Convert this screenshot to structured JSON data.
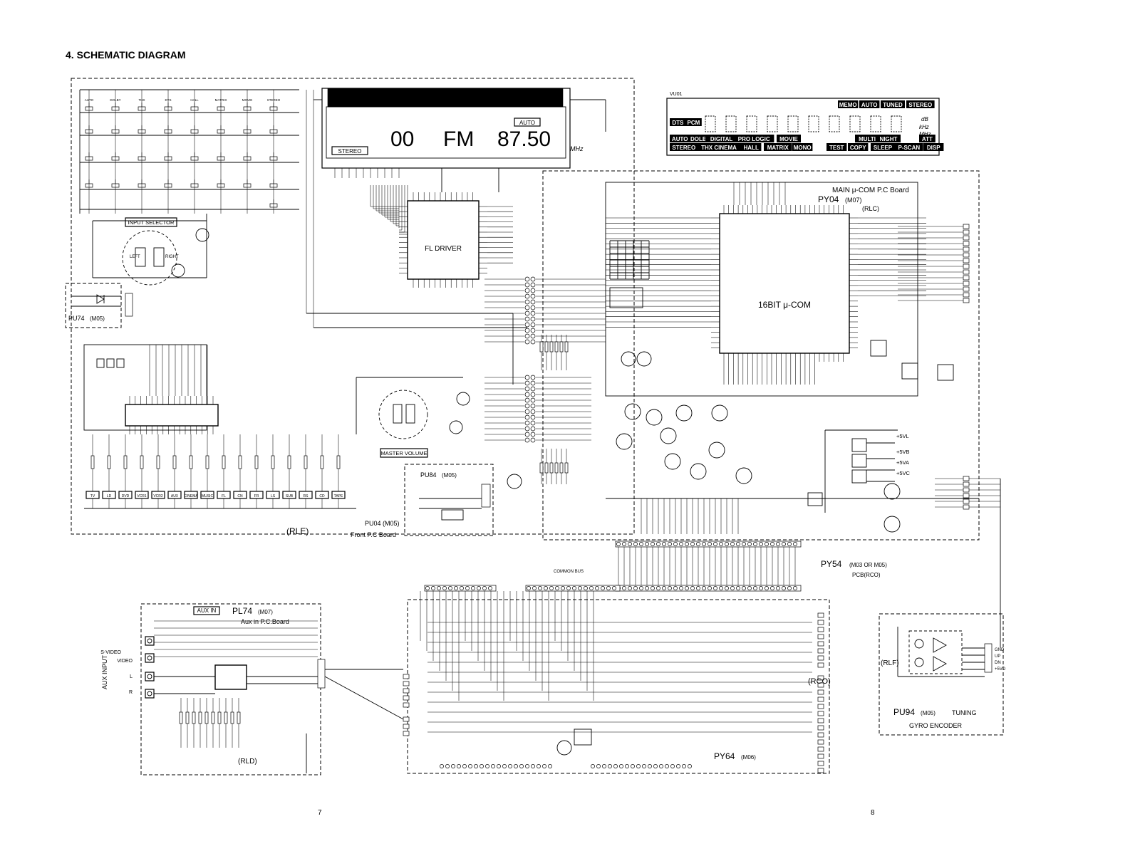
{
  "title": "4. SCHEMATIC DIAGRAM",
  "page_numbers": {
    "left": "7",
    "right": "8"
  },
  "display": {
    "ref": "VU01",
    "readout": {
      "preset": "00",
      "band": "FM",
      "frequency": "87.50",
      "unit": "MHz"
    },
    "small_flags": {
      "auto": "AUTO",
      "stereo": "STEREO"
    },
    "indicators_top": [
      "MEMO",
      "AUTO",
      "TUNED",
      "STEREO"
    ],
    "indicators_row1": [
      "DTS",
      "PCM"
    ],
    "indicators_row2": [
      "AUTO",
      "DOLBY",
      "DIGITAL",
      "PRO LOGIC",
      "MOVIE",
      "MULTI",
      "NIGHT",
      "ATT"
    ],
    "indicators_row3": [
      "STEREO",
      "THX CINEMA",
      "HALL",
      "MATRIX",
      "MONO",
      "TEST",
      "COPY",
      "SLEEP",
      "P-SCAN",
      "DISP"
    ],
    "units": [
      "dB",
      "kHz",
      "MHz"
    ]
  },
  "boards": {
    "main_ucom": {
      "title": "MAIN μ-COM  P.C Board",
      "ref": "PY04",
      "code": "(M07)",
      "side": "(RLC)",
      "ic_label": "16BIT μ-COM"
    },
    "fl_driver": {
      "label": "FL DRIVER"
    },
    "front": {
      "ref": "PU04 (M05)",
      "name": "Front  P.C Board",
      "side": "(RLE)"
    },
    "pu74": {
      "ref": "PU74",
      "code": "(M05)"
    },
    "pu84": {
      "ref": "PU84",
      "code": "(M05)"
    },
    "aux": {
      "ref": "PL74",
      "code": "(M07)",
      "name": "Aux in  P.C.Board",
      "side": "(RLD)",
      "tag": "AUX IN"
    },
    "py54": {
      "ref": "PY54",
      "code": "(M03 OR M05)",
      "name": "PCB(RCO)"
    },
    "py64": {
      "ref": "PY64",
      "code": "(M06)",
      "side": "(RCO)"
    },
    "pu94": {
      "ref": "PU94",
      "code": "(M05)",
      "name": "TUNING",
      "side": "(RLF)",
      "sub": "GYRO ENCODER"
    }
  },
  "labels": {
    "input_selector": "INPUT SELECTOR",
    "master_volume": "MASTER VOLUME",
    "right": "RIGHT",
    "left": "LEFT",
    "aux_input": "AUX INPUT",
    "aux_jacks": [
      "S-VIDEO",
      "VIDEO",
      "L",
      "R"
    ],
    "rails": [
      "+5VL",
      "+5VB",
      "+5VA",
      "+5VC"
    ],
    "common_bus": "COMMON BUS",
    "gyro_pins": [
      "GND",
      "UP",
      "DN",
      "+5VD"
    ]
  },
  "front_keys": [
    "AUTO",
    "DOLBY",
    "THX",
    "DTS",
    "HALL",
    "MATRIX",
    "MOVIE",
    "STEREO"
  ],
  "front_leds": [
    "TV",
    "LD",
    "DVD",
    "VCR1",
    "VCR2",
    "AUX",
    "CINEMA",
    "MUSIC",
    "FL",
    "CN",
    "FR",
    "LS",
    "SUB",
    "RS",
    "CD",
    "TAPE"
  ]
}
